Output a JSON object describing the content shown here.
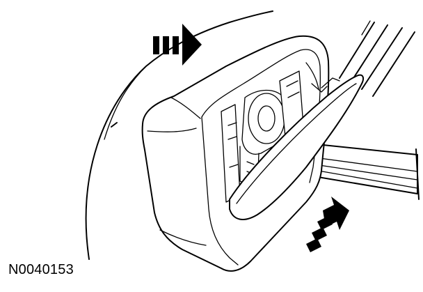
{
  "figure": {
    "reference_code": "N0040153",
    "arrows": [
      {
        "name": "push-arrow-top",
        "direction": "right"
      },
      {
        "name": "push-arrow-bottom",
        "direction": "up-right"
      }
    ]
  }
}
